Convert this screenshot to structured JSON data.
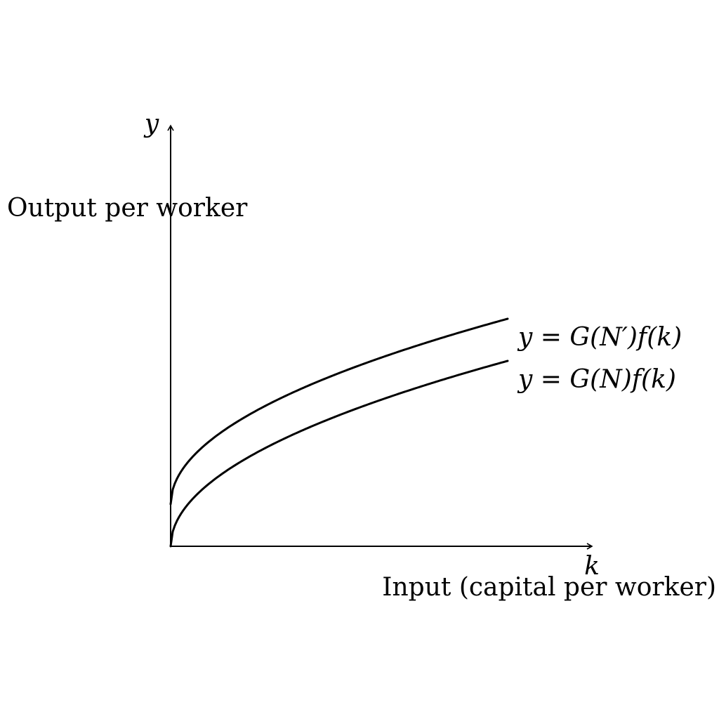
{
  "axes": {
    "x": {
      "symbol": "k",
      "label": "Input (capital per worker)"
    },
    "y": {
      "symbol": "y",
      "label": "Output per worker"
    }
  },
  "curves": [
    {
      "id": "upper",
      "label": "y = G(N′)f(k)",
      "intercept": 1.0,
      "scale": 4.4
    },
    {
      "id": "lower",
      "label": "y = G(N)f(k)",
      "intercept": 0.0,
      "scale": 4.4
    }
  ],
  "chart_data": {
    "type": "line",
    "x_range": [
      0,
      10
    ],
    "y_range": [
      0,
      10
    ],
    "grid": false,
    "shape": "y = intercept + scale * sqrt(k / 8)",
    "series": [
      {
        "name": "y = G(N′)f(k)"
      },
      {
        "name": "y = G(N)f(k)"
      }
    ]
  }
}
